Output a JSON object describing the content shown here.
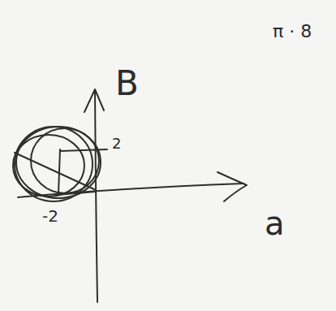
{
  "diagram": {
    "labels": [
      "π · 8",
      "B",
      "a",
      "2",
      "-2"
    ]
  }
}
